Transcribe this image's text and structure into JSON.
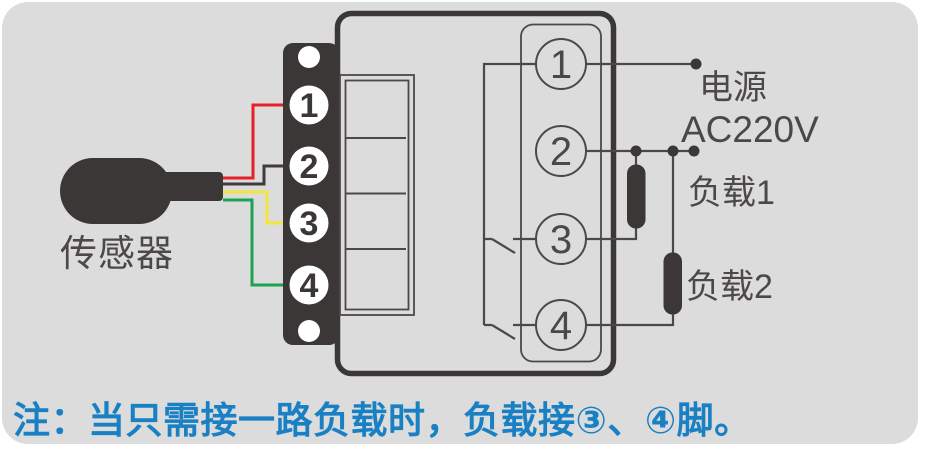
{
  "sensor": {
    "label": "传感器",
    "wires": [
      {
        "name": "red-wire",
        "to_terminal": "1",
        "color": "#e62129"
      },
      {
        "name": "black-wire",
        "to_terminal": "2",
        "color": "#3f3b3a"
      },
      {
        "name": "yellow-wire",
        "to_terminal": "3",
        "color": "#f2e63c"
      },
      {
        "name": "green-wire",
        "to_terminal": "4",
        "color": "#1da24f"
      }
    ]
  },
  "terminal_block": {
    "terminals": [
      "1",
      "2",
      "3",
      "4"
    ]
  },
  "circuit": {
    "pins": [
      "1",
      "2",
      "3",
      "4"
    ],
    "power_label_line1": "电源",
    "power_label_line2": "AC220V",
    "loads": [
      {
        "label": "负载1"
      },
      {
        "label": "负载2"
      }
    ]
  },
  "note": {
    "text": "注：当只需接一路负载时，负载接③、④脚。"
  },
  "colors": {
    "panel": "#dcdcdc",
    "ink": "#3b3736",
    "line": "#4c4847",
    "note_blue": "#1a80c4"
  }
}
